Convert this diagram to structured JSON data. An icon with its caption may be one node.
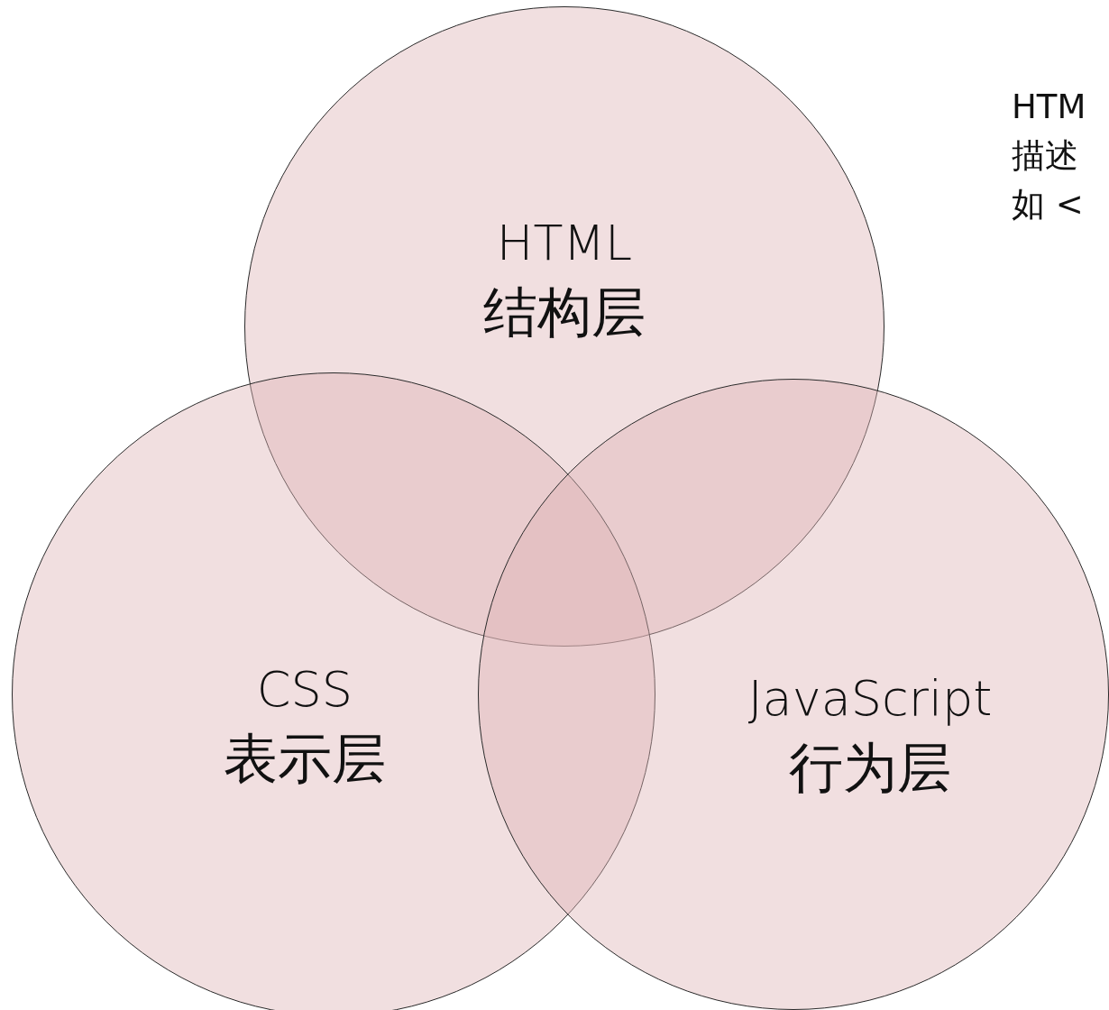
{
  "diagram": {
    "nodes": [
      {
        "text": [
          "HTML",
          "结构层"
        ]
      },
      {
        "text": [
          "CSS",
          "表示层"
        ]
      },
      {
        "text": [
          "JavaScript",
          "行为层"
        ]
      }
    ],
    "labels": [
      "HTM",
      "描述",
      "如 <"
    ]
  }
}
